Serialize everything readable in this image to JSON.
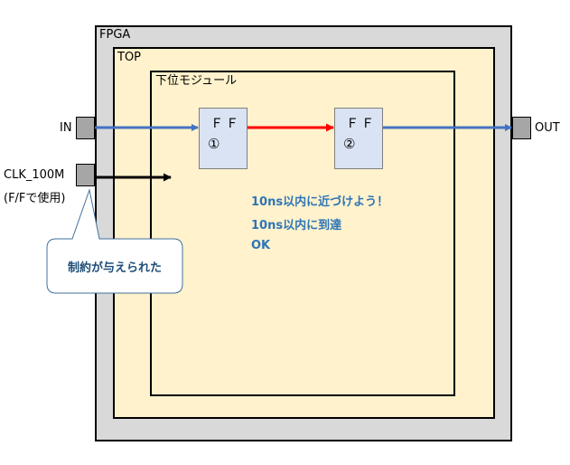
{
  "blocks": {
    "fpga": "FPGA",
    "top": "TOP",
    "submodule": "下位モジュール"
  },
  "ports": {
    "in": "IN",
    "out": "OUT",
    "clk": "CLK_100M",
    "clk_note": "(F/Fで使用)"
  },
  "flipflops": [
    {
      "name": "ＦＦ",
      "index": "①"
    },
    {
      "name": "ＦＦ",
      "index": "②"
    }
  ],
  "notes": [
    "10ns以内に近づけよう！",
    "10ns以内に到達",
    "OK"
  ],
  "callout": "制約が与えられた",
  "colors": {
    "fpga_fill": "#d9d9d9",
    "module_fill": "#fff2cc",
    "ff_fill": "#dae3f3",
    "data_wire": "#4472c4",
    "critical_path": "#ff0000",
    "clock_wire": "#000000",
    "note_text": "#2e75b6"
  }
}
